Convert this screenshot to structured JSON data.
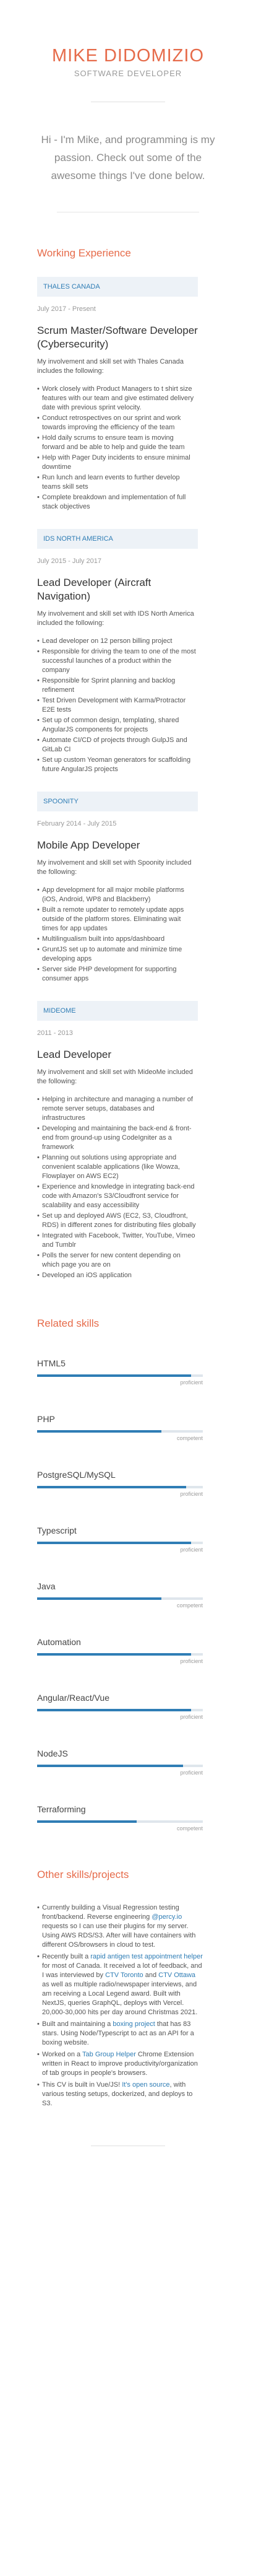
{
  "header": {
    "name": "MIKE DIDOMIZIO",
    "role": "SOFTWARE DEVELOPER",
    "intro": "Hi - I'm Mike, and programming is my passion. Check out some of the awesome things I've done below."
  },
  "experience": {
    "title": "Working Experience",
    "jobs": [
      {
        "company": "THALES CANADA",
        "dates": "July 2017 - Present",
        "title": "Scrum Master/Software Developer (Cybersecurity)",
        "desc": "My involvement and skill set with Thales Canada includes the following:",
        "bullets": [
          "Work closely with Product Managers to t shirt size features with our team and give estimated delivery date with previous sprint velocity.",
          "Conduct retrospectives on our sprint and work towards improving the efficiency of the team",
          "Hold daily scrums to ensure team is moving forward and be able to help and guide the team",
          "Help with Pager Duty incidents to ensure minimal downtime",
          "Run lunch and learn events to further develop teams skill sets",
          "Complete breakdown and implementation of full stack objectives"
        ]
      },
      {
        "company": "IDS NORTH AMERICA",
        "dates": "July 2015 - July 2017",
        "title": "Lead Developer (Aircraft Navigation)",
        "desc": "My involvement and skill set with IDS North America included the following:",
        "bullets": [
          "Lead developer on 12 person billing project",
          "Responsible for driving the team to one of the most successful launches of a product within the company",
          "Responsible for Sprint planning and backlog refinement",
          "Test Driven Development with Karma/Protractor E2E tests",
          "Set up of common design, templating, shared AngularJS components for projects",
          "Automate CI/CD of projects through GulpJS and GitLab CI",
          "Set up custom Yeoman generators for scaffolding future AngularJS projects"
        ]
      },
      {
        "company": "SPOONITY",
        "dates": "February 2014 - July 2015",
        "title": "Mobile App Developer",
        "desc": "My involvement and skill set with Spoonity included the following:",
        "bullets": [
          "App development for all major mobile platforms (iOS, Android, WP8 and Blackberry)",
          "Built a remote updater to remotely update apps outside of the platform stores. Eliminating wait times for app updates",
          "Multilingualism built into apps/dashboard",
          "GruntJS set up to automate and minimize time developing apps",
          "Server side PHP development for supporting consumer apps"
        ]
      },
      {
        "company": "MIDEOME",
        "dates": "2011 - 2013",
        "title": "Lead Developer",
        "desc": "My involvement and skill set with MideoMe included the following:",
        "bullets": [
          "Helping in architecture and managing a number of remote server setups, databases and infrastructures",
          "Developing and maintaining the back-end & front-end from ground-up using CodeIgniter as a framework",
          "Planning out solutions using appropriate and convenient scalable applications (like Wowza, Flowplayer on AWS EC2)",
          "Experience and knowledge in integrating back-end code with Amazon's S3/Cloudfront service for scalability and easy accessibility",
          "Set up and deployed AWS (EC2, S3, Cloudfront, RDS) in different zones for distributing files globally",
          "Integrated with Facebook, Twitter, YouTube, Vimeo and Tumblr",
          "Polls the server for new content depending on which page you are on",
          "Developed an iOS application"
        ]
      }
    ]
  },
  "skills": {
    "title": "Related skills",
    "items": [
      {
        "name": "HTML5",
        "level": "proficient",
        "fill": 0.93
      },
      {
        "name": "PHP",
        "level": "competent",
        "fill": 0.75
      },
      {
        "name": "PostgreSQL/MySQL",
        "level": "proficient",
        "fill": 0.9
      },
      {
        "name": "Typescript",
        "level": "proficient",
        "fill": 0.93
      },
      {
        "name": "Java",
        "level": "competent",
        "fill": 0.75
      },
      {
        "name": "Automation",
        "level": "proficient",
        "fill": 0.93
      },
      {
        "name": "Angular/React/Vue",
        "level": "proficient",
        "fill": 0.93
      },
      {
        "name": "NodeJS",
        "level": "proficient",
        "fill": 0.88
      },
      {
        "name": "Terraforming",
        "level": "competent",
        "fill": 0.6
      }
    ]
  },
  "other": {
    "title": "Other skills/projects",
    "items": [
      {
        "parts": [
          {
            "t": "Currently building a Visual Regression testing front/backend. Reverse engineering "
          },
          {
            "t": "@percy.io",
            "link": true
          },
          {
            "t": " requests so I can use their plugins for my server. Using AWS RDS/S3. After will have containers with different OS/browsers in cloud to test."
          }
        ]
      },
      {
        "parts": [
          {
            "t": "Recently built a "
          },
          {
            "t": "rapid antigen test appointment helper",
            "link": true
          },
          {
            "t": " for most of Canada. It received a lot of feedback, and I was interviewed by "
          },
          {
            "t": "CTV Toronto",
            "link": true
          },
          {
            "t": " and "
          },
          {
            "t": "CTV Ottawa",
            "link": true
          },
          {
            "t": " as well as multiple radio/newspaper interviews, and am receiving a Local Legend award. Built with NextJS, queries GraphQL, deploys with Vercel. 20,000-30,000 hits per day around Christmas 2021."
          }
        ]
      },
      {
        "parts": [
          {
            "t": "Built and maintaining a "
          },
          {
            "t": "boxing project",
            "link": true
          },
          {
            "t": " that has 83 stars. Using Node/Typescript to act as an API for a boxing website."
          }
        ]
      },
      {
        "parts": [
          {
            "t": "Worked on a "
          },
          {
            "t": "Tab Group Helper",
            "link": true
          },
          {
            "t": " Chrome Extension written in React to improve productivity/organization of tab groups in people's browsers."
          }
        ]
      },
      {
        "parts": [
          {
            "t": "This CV is built in Vue/JS! "
          },
          {
            "t": "It's open source",
            "link": true
          },
          {
            "t": ", with various testing setups, dockerized, and deploys to S3."
          }
        ]
      }
    ]
  }
}
